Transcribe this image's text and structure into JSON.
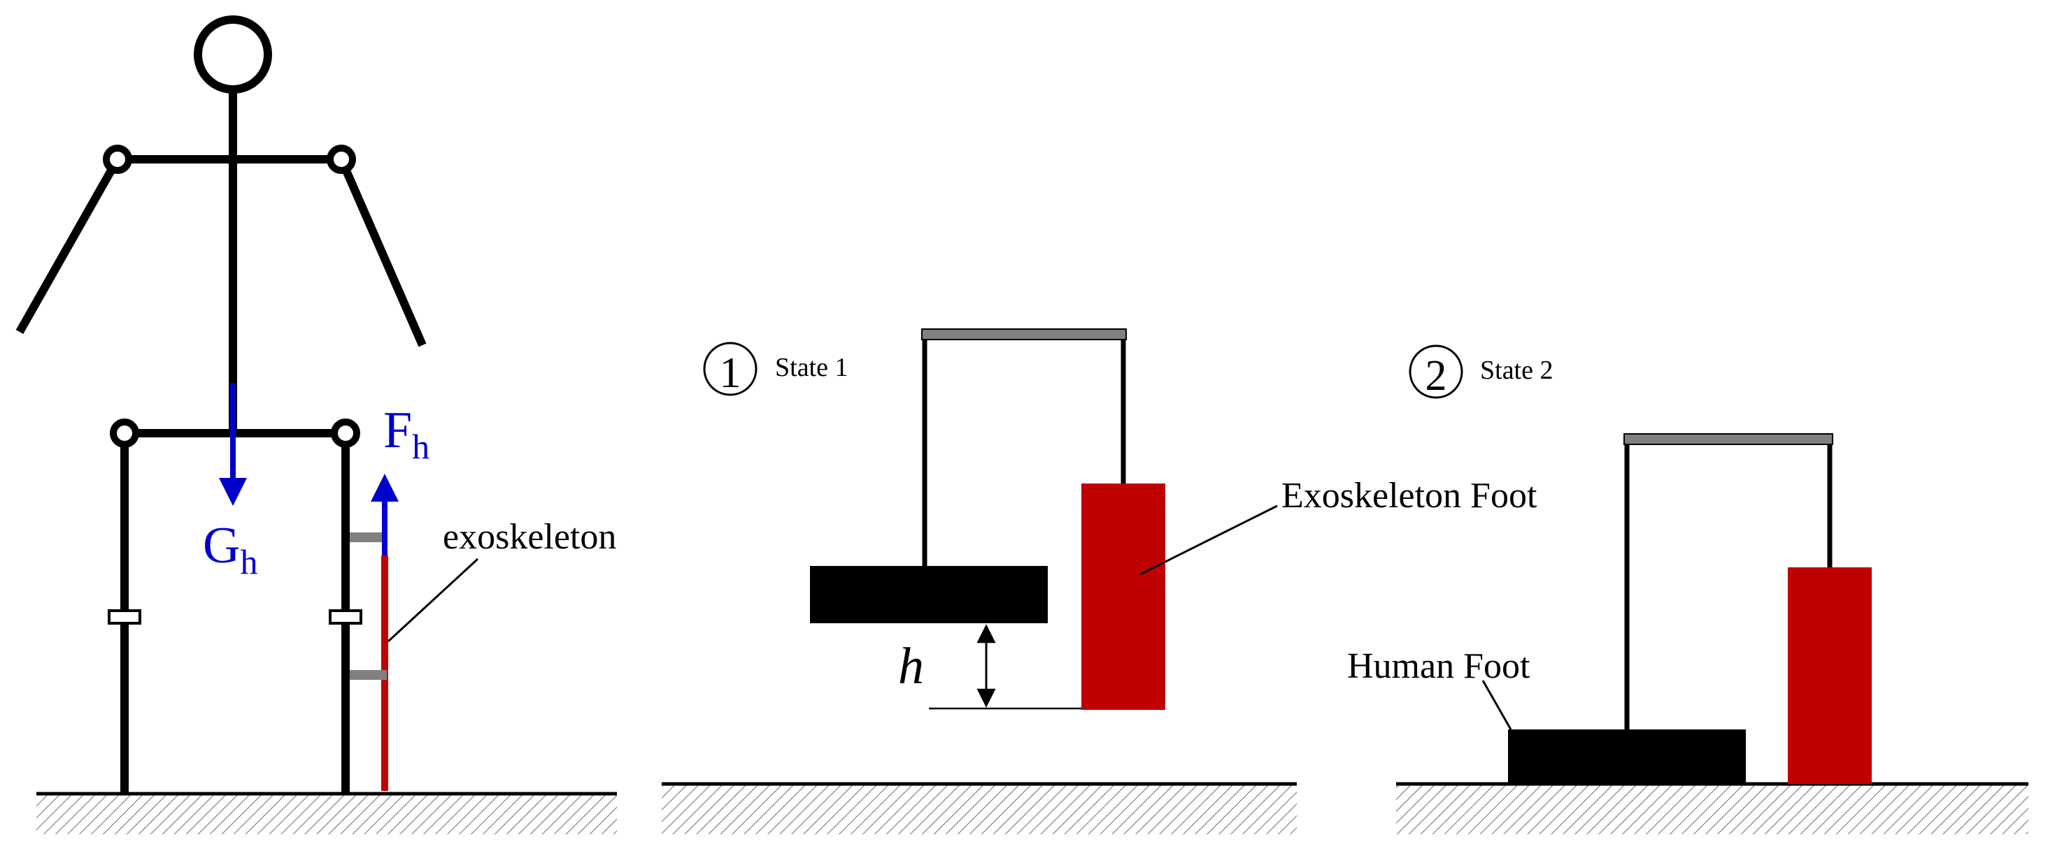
{
  "colors": {
    "line": "#000000",
    "force": "#0000cc",
    "exo_red": "#c00000",
    "gray": "#808080"
  },
  "panel_stick_figure": {
    "gravity_label": {
      "main": "G",
      "sub": "h"
    },
    "force_label": {
      "main": "F",
      "sub": "h"
    },
    "exoskeleton_label": "exoskeleton"
  },
  "panel_state1": {
    "number_glyph": "①",
    "state_label": "State 1",
    "height_label": "h",
    "exo_foot_label": "Exoskeleton Foot"
  },
  "panel_state2": {
    "number_glyph": "②",
    "state_label": "State 2",
    "human_foot_label": "Human Foot"
  }
}
